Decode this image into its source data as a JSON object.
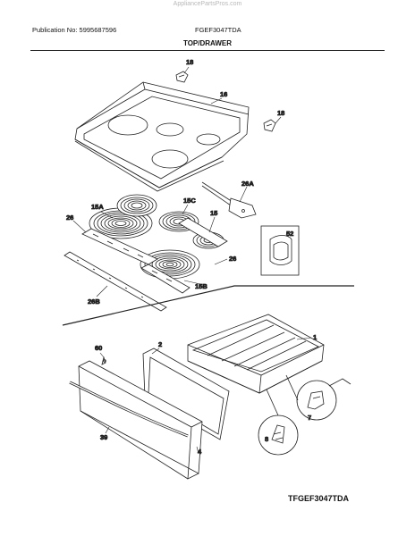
{
  "header": {
    "watermark": "AppliancePartsPros.com",
    "publication": "Publication No: 5995687596",
    "model": "FGEF3047TDA",
    "section_title": "TOP/DRAWER"
  },
  "parts": {
    "p18a": "18",
    "p18b": "18",
    "p16": "16",
    "p26a": "26A",
    "p15a": "15A",
    "p15c": "15C",
    "p15": "15",
    "p26_left": "26",
    "p52": "52",
    "p26_right": "26",
    "p15b": "15B",
    "p26b": "26B",
    "p60": "60",
    "p2": "2",
    "p1": "1",
    "p39": "39",
    "p4": "4",
    "p7": "7",
    "p8": "8"
  },
  "footer": {
    "diagram_code": "TFGEF3047TDA"
  }
}
